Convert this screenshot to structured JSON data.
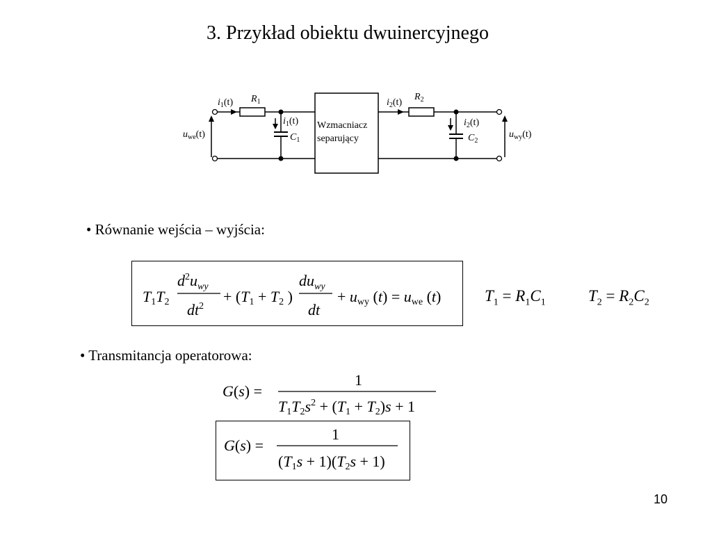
{
  "title": "3. Przykład obiektu dwuinercyjnego",
  "circuit": {
    "i1_label": "i",
    "i1_sub": "1",
    "i2_label": "i",
    "i2_sub": "2",
    "t_arg": "(t)",
    "R1": "R",
    "R1_sub": "1",
    "R2": "R",
    "R2_sub": "2",
    "C1": "C",
    "C1_sub": "1",
    "C2": "C",
    "C2_sub": "2",
    "i2_cap_arg": "(t)",
    "u_we": "u",
    "u_we_sub": "we",
    "u_wy": "u",
    "u_wy_sub": "wy",
    "amp_line1": "Wzmacniacz",
    "amp_line2": "separujący"
  },
  "bullets": {
    "io_equation": "• Równanie wejścia – wyjścia:",
    "transfer": "• Transmitancja operatorowa:"
  },
  "equations": {
    "T1_def": {
      "lhs": "T",
      "lhs_sub": "1",
      "eq": "=",
      "r": "R",
      "r_sub": "1",
      "c": "C",
      "c_sub": "1"
    },
    "T2_def": {
      "lhs": "T",
      "lhs_sub": "2",
      "eq": "=",
      "r": "R",
      "r_sub": "2",
      "c": "C",
      "c_sub": "2"
    }
  },
  "page_number": "10"
}
